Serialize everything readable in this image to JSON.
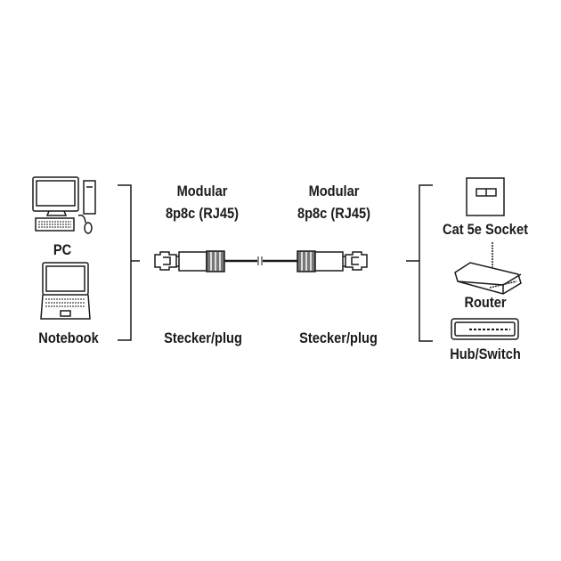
{
  "left_devices": {
    "pc": "PC",
    "notebook": "Notebook"
  },
  "connector_left": {
    "title_line1": "Modular",
    "title_line2": "8p8c (RJ45)",
    "type": "Stecker/plug"
  },
  "connector_right": {
    "title_line1": "Modular",
    "title_line2": "8p8c (RJ45)",
    "type": "Stecker/plug"
  },
  "right_devices": {
    "socket": "Cat 5e Socket",
    "router": "Router",
    "hub": "Hub/Switch"
  },
  "colors": {
    "line": "#1a1a1a",
    "background": "#ffffff",
    "plug_band": "#777777"
  }
}
